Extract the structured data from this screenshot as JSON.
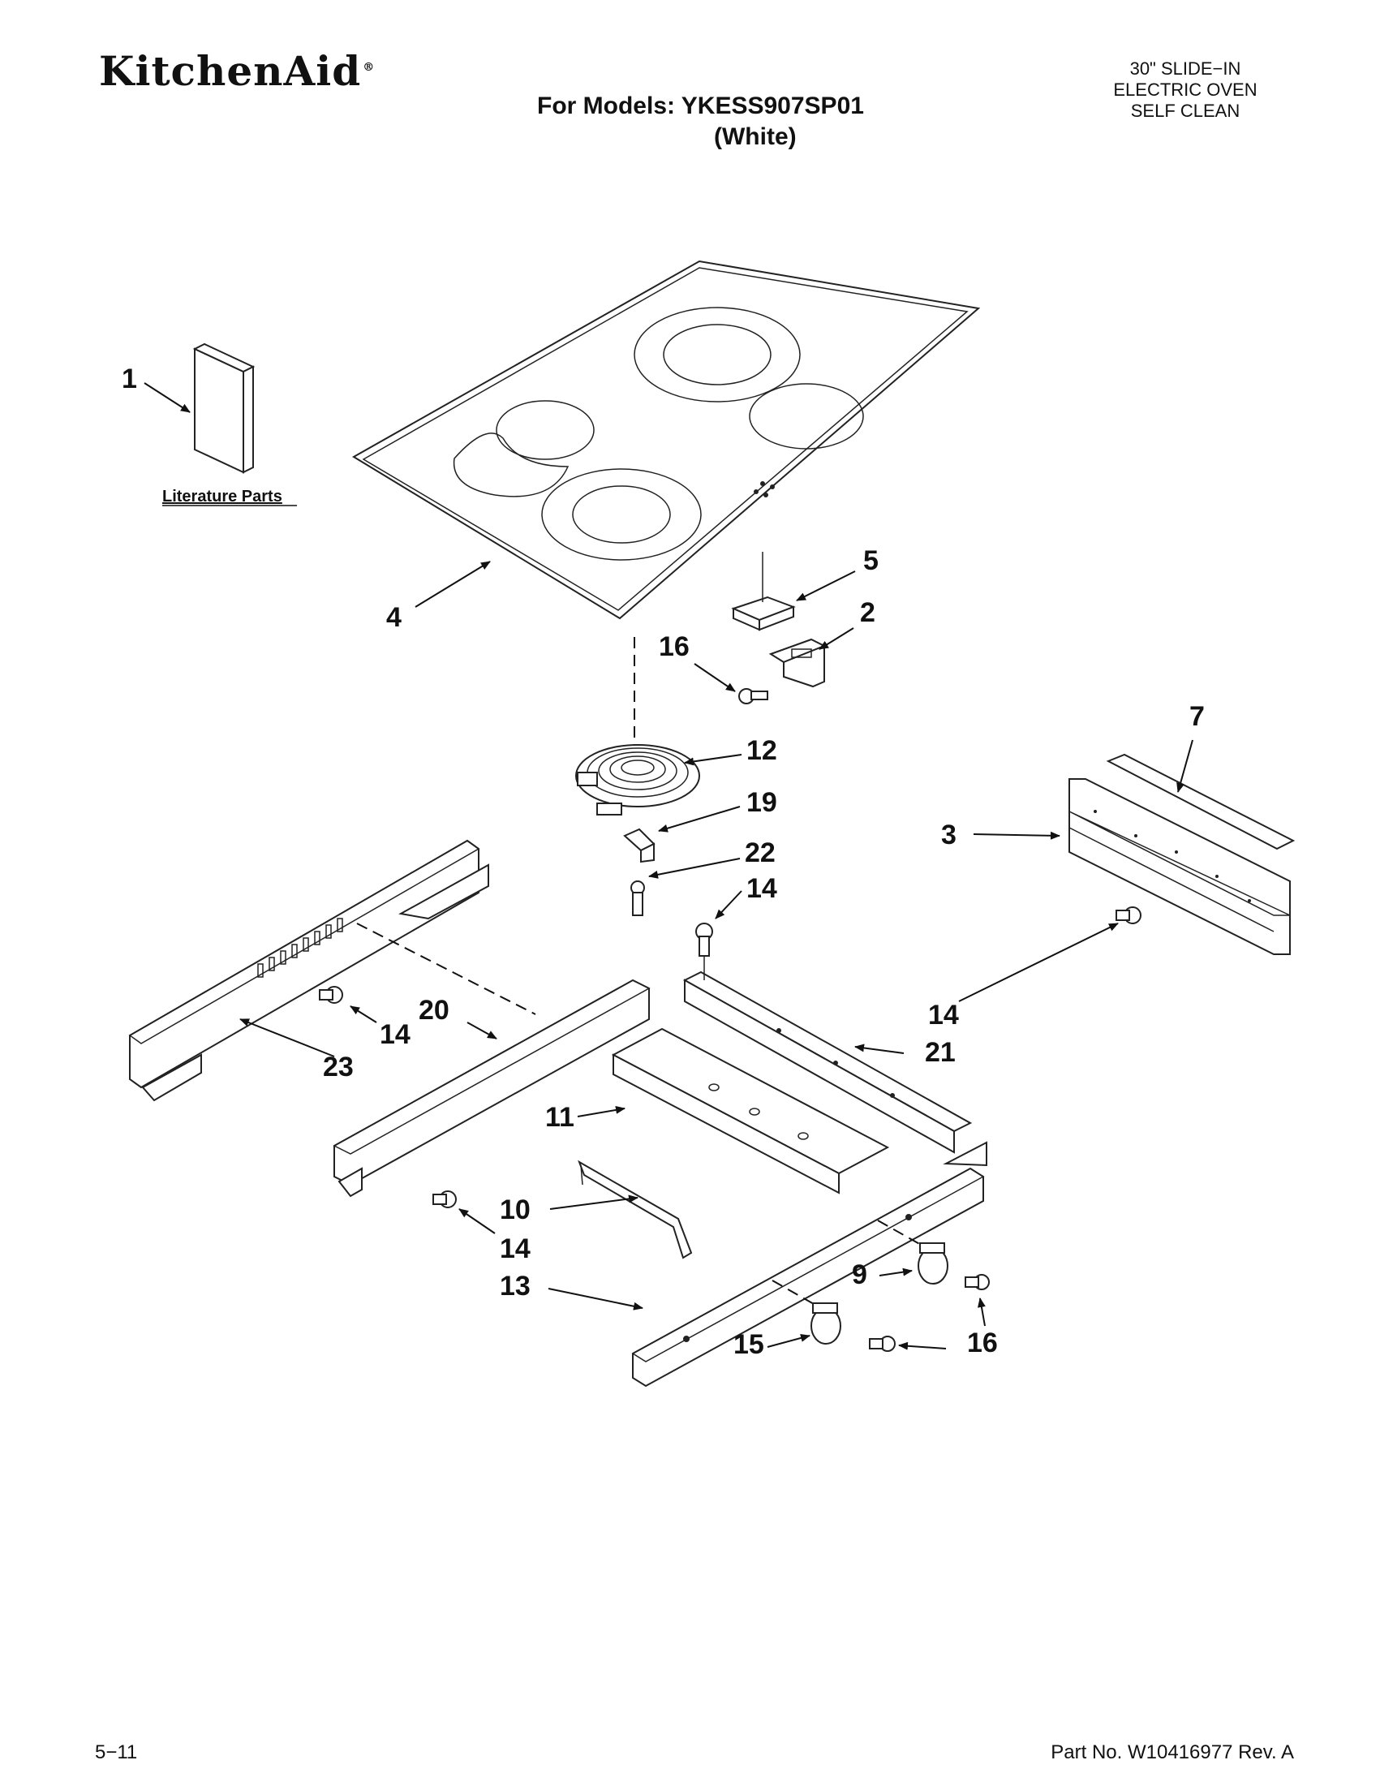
{
  "header": {
    "brand": "KitchenAid",
    "brand_mark": "®",
    "models_line": "For Models: YKESS907SP01",
    "color_line": "(White)",
    "oven_line1": "30\" SLIDE−IN",
    "oven_line2": "ELECTRIC OVEN",
    "oven_line3": "SELF CLEAN"
  },
  "diagram": {
    "literature_label": "Literature Parts",
    "callouts": {
      "c1": "1",
      "c2": "2",
      "c3": "3",
      "c4": "4",
      "c5": "5",
      "c7": "7",
      "c9": "9",
      "c10": "10",
      "c11": "11",
      "c12": "12",
      "c13": "13",
      "c14a": "14",
      "c14b": "14",
      "c14c": "14",
      "c14d": "14",
      "c15": "15",
      "c16a": "16",
      "c16b": "16",
      "c19": "19",
      "c20": "20",
      "c21": "21",
      "c22": "22",
      "c23": "23"
    }
  },
  "footer": {
    "date_code": "5−11",
    "part_number": "Part No. W10416977 Rev. A"
  }
}
